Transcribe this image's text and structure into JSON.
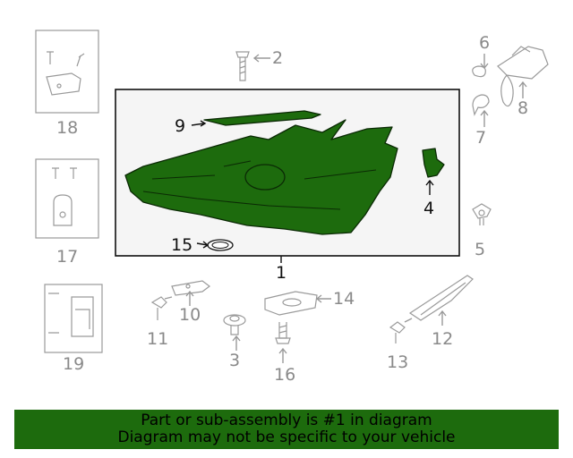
{
  "diagram": {
    "callouts": [
      {
        "id": "1",
        "text": "1"
      },
      {
        "id": "2",
        "text": "2"
      },
      {
        "id": "3",
        "text": "3"
      },
      {
        "id": "4",
        "text": "4"
      },
      {
        "id": "5",
        "text": "5"
      },
      {
        "id": "6",
        "text": "6"
      },
      {
        "id": "7",
        "text": "7"
      },
      {
        "id": "8",
        "text": "8"
      },
      {
        "id": "9",
        "text": "9"
      },
      {
        "id": "10",
        "text": "10"
      },
      {
        "id": "11",
        "text": "11"
      },
      {
        "id": "12",
        "text": "12"
      },
      {
        "id": "13",
        "text": "13"
      },
      {
        "id": "14",
        "text": "14"
      },
      {
        "id": "15",
        "text": "15"
      },
      {
        "id": "16",
        "text": "16"
      },
      {
        "id": "17",
        "text": "17"
      },
      {
        "id": "18",
        "text": "18"
      },
      {
        "id": "19",
        "text": "19"
      }
    ],
    "highlight_color": "#1d6b0d"
  },
  "footer": {
    "line1": "Part or sub-assembly is #1 in diagram",
    "line2": "Diagram may not be specific to your vehicle"
  }
}
